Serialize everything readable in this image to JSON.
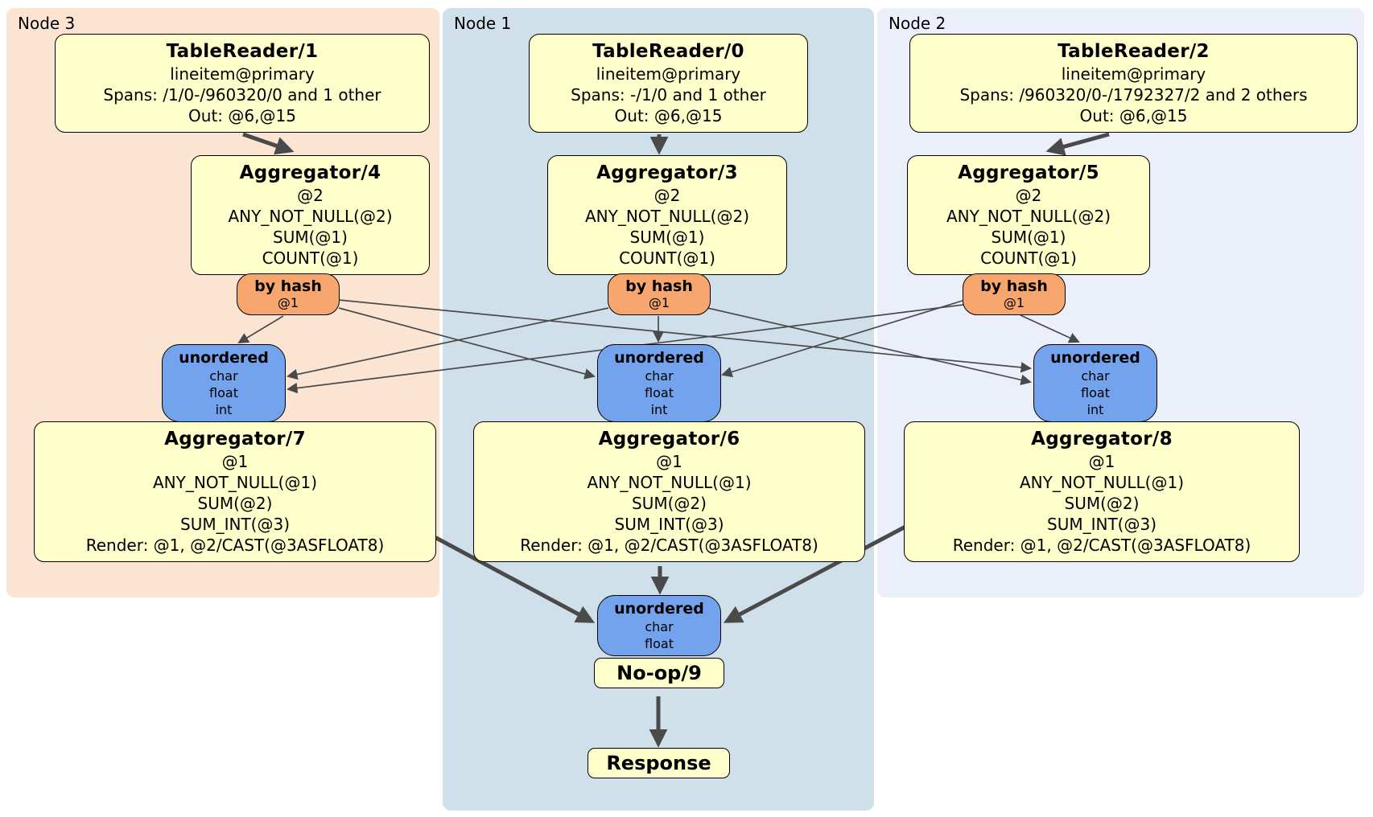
{
  "colors": {
    "page-bg": "#ffffff",
    "node3-bg": "#fce4d3",
    "node1-bg": "#d0e0ea",
    "node2-bg": "#eaeffa",
    "box-bg": "#ffffcc",
    "router-bg": "#f7a76e",
    "sync-bg": "#74a3ee",
    "edge": "#4a4a4a",
    "text": "#000000"
  },
  "nodes": {
    "node3": {
      "label": "Node 3"
    },
    "node1": {
      "label": "Node 1"
    },
    "node2": {
      "label": "Node 2"
    }
  },
  "processors": {
    "tr1": {
      "title": "TableReader/1",
      "lines": [
        "lineitem@primary",
        "Spans: /1/0-/960320/0 and 1 other",
        "Out: @6,@15"
      ]
    },
    "tr0": {
      "title": "TableReader/0",
      "lines": [
        "lineitem@primary",
        "Spans: -/1/0 and 1 other",
        "Out: @6,@15"
      ]
    },
    "tr2": {
      "title": "TableReader/2",
      "lines": [
        "lineitem@primary",
        "Spans: /960320/0-/1792327/2 and 2 others",
        "Out: @6,@15"
      ]
    },
    "agg4": {
      "title": "Aggregator/4",
      "lines": [
        "@2",
        "ANY_NOT_NULL(@2)",
        "SUM(@1)",
        "COUNT(@1)"
      ]
    },
    "agg3": {
      "title": "Aggregator/3",
      "lines": [
        "@2",
        "ANY_NOT_NULL(@2)",
        "SUM(@1)",
        "COUNT(@1)"
      ]
    },
    "agg5": {
      "title": "Aggregator/5",
      "lines": [
        "@2",
        "ANY_NOT_NULL(@2)",
        "SUM(@1)",
        "COUNT(@1)"
      ]
    },
    "agg7": {
      "title": "Aggregator/7",
      "lines": [
        "@1",
        "ANY_NOT_NULL(@1)",
        "SUM(@2)",
        "SUM_INT(@3)",
        "Render: @1, @2/CAST(@3ASFLOAT8)"
      ]
    },
    "agg6": {
      "title": "Aggregator/6",
      "lines": [
        "@1",
        "ANY_NOT_NULL(@1)",
        "SUM(@2)",
        "SUM_INT(@3)",
        "Render: @1, @2/CAST(@3ASFLOAT8)"
      ]
    },
    "agg8": {
      "title": "Aggregator/8",
      "lines": [
        "@1",
        "ANY_NOT_NULL(@1)",
        "SUM(@2)",
        "SUM_INT(@3)",
        "Render: @1, @2/CAST(@3ASFLOAT8)"
      ]
    },
    "noop": {
      "title": "No-op/9"
    },
    "response": {
      "title": "Response"
    }
  },
  "routers": {
    "hash3": {
      "label": "by hash",
      "detail": "@1"
    },
    "hash1": {
      "label": "by hash",
      "detail": "@1"
    },
    "hash2": {
      "label": "by hash",
      "detail": "@1"
    }
  },
  "syncs": {
    "unordered3": {
      "label": "unordered",
      "items": [
        "char",
        "float",
        "int"
      ]
    },
    "unordered1": {
      "label": "unordered",
      "items": [
        "char",
        "float",
        "int"
      ]
    },
    "unordered2": {
      "label": "unordered",
      "items": [
        "char",
        "float",
        "int"
      ]
    },
    "merge": {
      "label": "unordered",
      "items": [
        "char",
        "float"
      ]
    }
  }
}
